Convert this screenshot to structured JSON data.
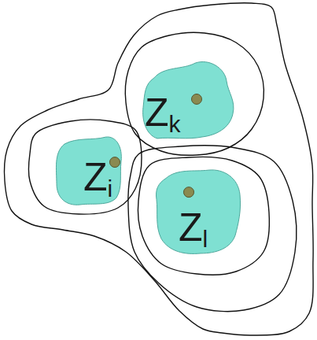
{
  "diagram": {
    "nodes": [
      {
        "text": [
          "Z",
          "k"
        ]
      },
      {
        "text": [
          "Z",
          "i"
        ]
      },
      {
        "text": [
          "Z",
          "l"
        ]
      }
    ]
  }
}
